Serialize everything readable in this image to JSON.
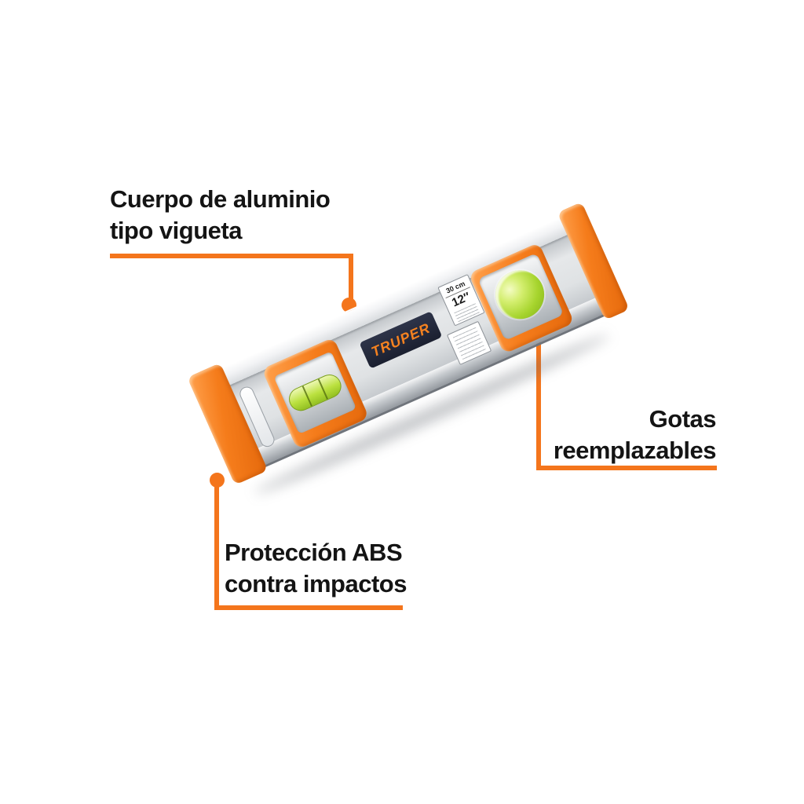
{
  "callouts": {
    "aluminum": {
      "lines": [
        "Cuerpo de aluminio",
        "tipo vigueta"
      ]
    },
    "vials": {
      "lines": [
        "Gotas",
        "reemplazables"
      ]
    },
    "abs": {
      "lines": [
        "Protección ABS",
        "contra impactos"
      ]
    }
  },
  "product": {
    "brand": "TRUPER",
    "size_cm": "30 cm",
    "size_in": "12″"
  },
  "colors": {
    "accent_orange": "#F4751C",
    "cap_orange": "#F57C1B",
    "vial_green": "#A6D42D",
    "aluminum_gray": "#DFE2E4",
    "badge_navy": "#1B2030",
    "text_black": "#141414"
  }
}
